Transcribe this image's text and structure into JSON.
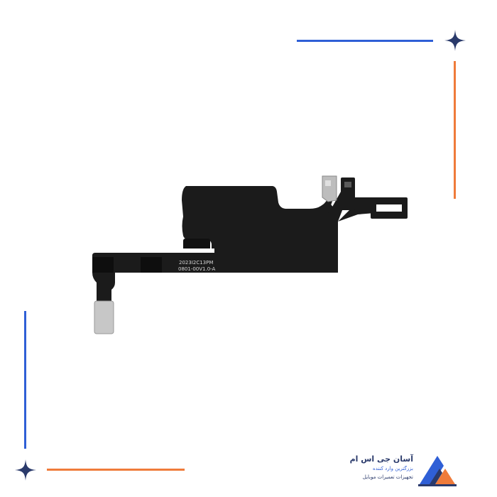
{
  "decorations": {
    "accent_blue": "#2f5fd6",
    "accent_orange": "#ef7b3a",
    "sparkle_color": "#2a3a6b",
    "sparkle_icon": "four-point-star"
  },
  "product": {
    "flex_color": "#1b1b1b",
    "contact_color": "#c7c7c7",
    "print_line_1": "2023I2C13PM",
    "print_line_2": "0801-00V1.0-A"
  },
  "brand": {
    "name": "آسان جی اس ام",
    "tagline_1": "بزرگترین وارد کننده",
    "tagline_2": "تجهیزات تعمیرات موبایل",
    "logo_icon": "triangle-logo-icon",
    "logo_colors": [
      "#2f5fd6",
      "#ef7b3a"
    ]
  }
}
